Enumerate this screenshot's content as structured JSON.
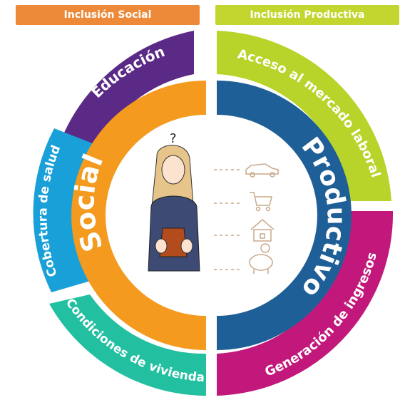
{
  "headers": {
    "left": "Inclusión Social",
    "right": "Inclusión Productiva"
  },
  "inner": {
    "left": "Social",
    "right": "Productivo"
  },
  "segments": {
    "educacion": "Educación",
    "cobertura": "Cobertura de salud",
    "vivienda": "Condiciones de vivienda",
    "mercado": "Acceso al mercado laboral",
    "ingresos": "Generación de ingresos"
  },
  "colors": {
    "orange": "#f39a1f",
    "blue": "#1f5f97",
    "purple": "#5b2a86",
    "light_blue": "#1aa0d8",
    "teal": "#22bfa0",
    "lime": "#b8d42a",
    "magenta": "#c2187b"
  },
  "icons": [
    "woman-with-wallet-illustration",
    "car-icon",
    "shopping-cart-icon",
    "house-icon",
    "piggy-bank-icon"
  ]
}
